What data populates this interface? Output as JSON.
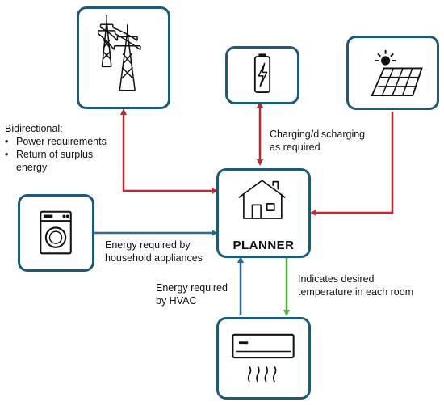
{
  "nodes": {
    "grid": {
      "icon": "power-tower-icon"
    },
    "battery": {
      "icon": "battery-charging-icon"
    },
    "solar": {
      "icon": "solar-panel-icon"
    },
    "washer": {
      "icon": "washing-machine-icon"
    },
    "planner": {
      "icon": "house-icon",
      "label": "PLANNER"
    },
    "hvac": {
      "icon": "air-conditioner-icon"
    }
  },
  "labels": {
    "grid": {
      "title": "Bidirectional:",
      "items": [
        "Power requirements",
        "Return of surplus energy"
      ]
    },
    "battery": {
      "line1": "Charging/discharging",
      "line2": "as required"
    },
    "appliances": {
      "line1": "Energy required by",
      "line2": "household appliances"
    },
    "hvac_energy": {
      "line1": "Energy required",
      "line2": "by HVAC"
    },
    "temperature": {
      "line1": "Indicates desired",
      "line2": "temperature in each room"
    }
  },
  "colors": {
    "box_border": "#1e5a78",
    "red_arrow": "#c0282d",
    "blue_arrow": "#2a6a8e",
    "green_arrow": "#5aac3c"
  }
}
